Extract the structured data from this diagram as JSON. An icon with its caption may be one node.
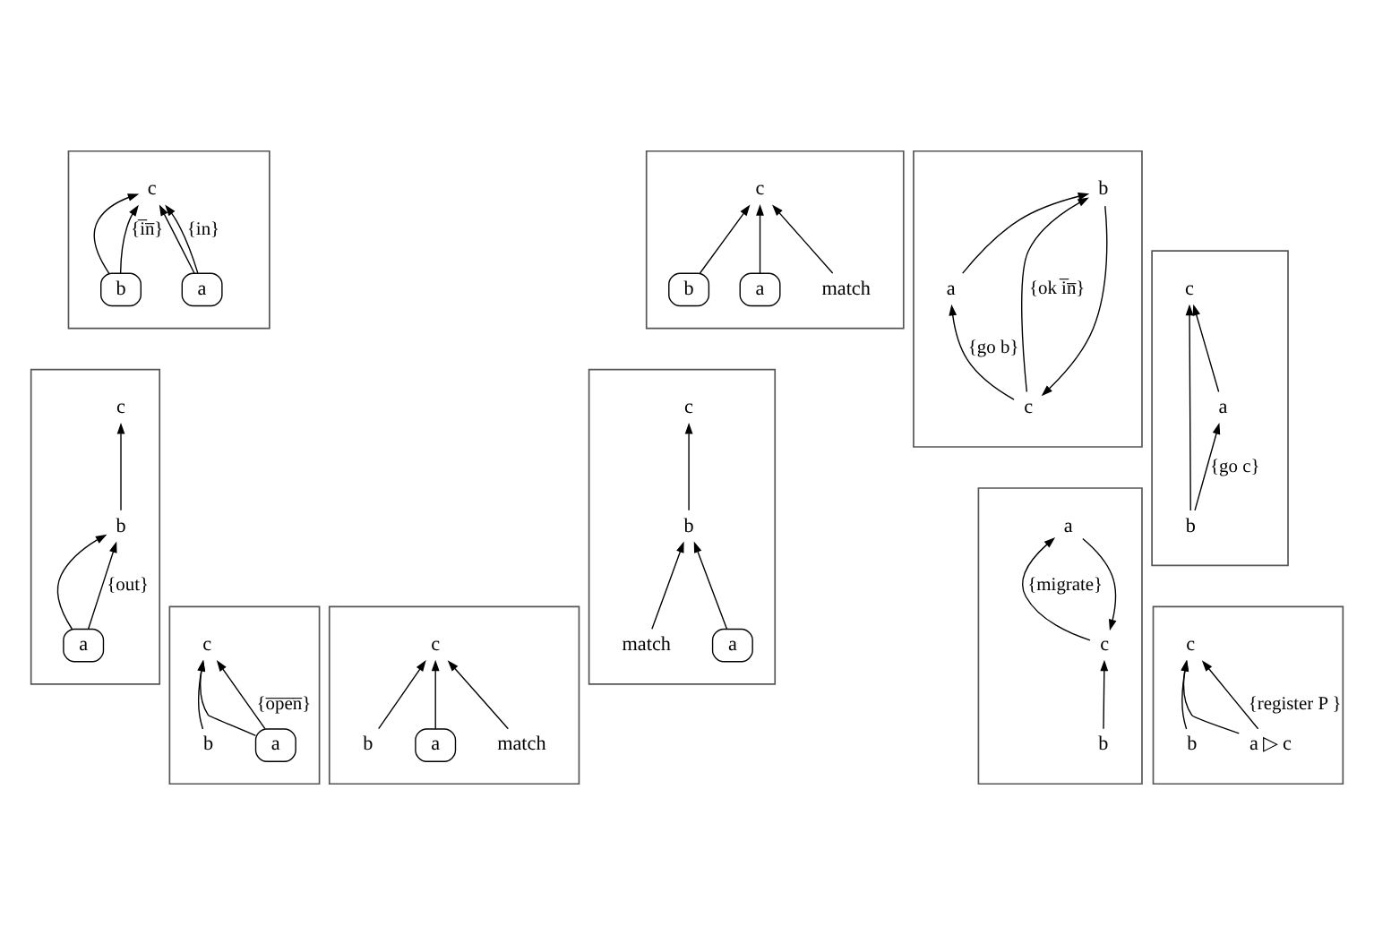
{
  "diagram": {
    "nodes": [
      {
        "text": [],
        "shape": "box"
      },
      {
        "text": [
          "c"
        ],
        "in": 0
      },
      {
        "text": [
          "a"
        ],
        "in": 0
      },
      {
        "text": [
          "b"
        ],
        "in": 0
      },
      {
        "text": [],
        "shape": "box"
      },
      {
        "text": [
          "match"
        ],
        "in": 4
      },
      {
        "text": [
          "c"
        ],
        "in": 4
      },
      {
        "text": [
          "a"
        ],
        "in": 4
      },
      {
        "text": [
          "b"
        ],
        "in": 4
      },
      {
        "text": [],
        "shape": "box"
      },
      {
        "text": [
          "c"
        ],
        "in": 9
      },
      {
        "text": [
          "a"
        ],
        "in": 9
      },
      {
        "text": [
          "b"
        ],
        "in": 9
      },
      {
        "text": [],
        "shape": "box"
      },
      {
        "text": [
          "c"
        ],
        "in": 13
      },
      {
        "text": [
          "a"
        ],
        "in": 13
      },
      {
        "text": [
          "b"
        ],
        "in": 13
      },
      {
        "text": [],
        "shape": "box"
      },
      {
        "text": [
          "c"
        ],
        "in": 17
      },
      {
        "text": [
          "a"
        ],
        "in": 17
      },
      {
        "text": [
          "b"
        ],
        "in": 17
      },
      {
        "text": [
          "match"
        ],
        "in": 17
      },
      {
        "text": [],
        "shape": "box"
      },
      {
        "text": [
          "c"
        ],
        "in": 22
      },
      {
        "text": [
          "a"
        ],
        "in": 22
      },
      {
        "text": [
          "b"
        ],
        "in": 22
      },
      {
        "text": [],
        "shape": "box"
      },
      {
        "text": [
          "c"
        ],
        "in": 26
      },
      {
        "text": [
          "a"
        ],
        "in": 26
      },
      {
        "text": [
          "b"
        ],
        "in": 26
      },
      {
        "text": [],
        "shape": "box"
      },
      {
        "text": [
          "match"
        ],
        "in": 30
      },
      {
        "text": [
          "c"
        ],
        "in": 30
      },
      {
        "text": [
          "a"
        ],
        "in": 30
      },
      {
        "text": [
          "b"
        ],
        "in": 30
      },
      {
        "text": [],
        "shape": "box"
      },
      {
        "text": [
          "c"
        ],
        "in": 35
      },
      {
        "text": [
          "a"
        ],
        "in": 35
      },
      {
        "text": [
          "b"
        ],
        "in": 35
      },
      {
        "text": [],
        "shape": "box"
      },
      {
        "text": [
          "c"
        ],
        "in": 39
      },
      {
        "text": [
          "a ▷ c"
        ],
        "in": 39
      },
      {
        "text": [
          "b"
        ],
        "in": 39
      }
    ],
    "edges": [
      {
        "from": 2,
        "to": 1,
        "arrow": "to"
      },
      {
        "from": 3,
        "to": 1,
        "arrow": "to"
      },
      {
        "from": 2,
        "to": 1,
        "arrow": "to",
        "label": "{in}"
      },
      {
        "from": 3,
        "to": 1,
        "arrow": "to",
        "label": "{i̅n̅}"
      },
      {
        "from": 5,
        "to": 6,
        "arrow": "to"
      },
      {
        "from": 7,
        "to": 6,
        "arrow": "to"
      },
      {
        "from": 8,
        "to": 6,
        "arrow": "to"
      },
      {
        "from": 11,
        "to": 12,
        "arrow": "to"
      },
      {
        "from": 12,
        "to": 10,
        "arrow": "to"
      },
      {
        "from": 10,
        "to": 11,
        "arrow": "to",
        "label": "{go b}"
      },
      {
        "from": 10,
        "to": 12,
        "arrow": "to",
        "label": "{ok i̅n̅}"
      },
      {
        "from": 15,
        "to": 16,
        "arrow": "to"
      },
      {
        "from": 16,
        "to": 14,
        "arrow": "to"
      },
      {
        "from": 15,
        "to": 16,
        "arrow": "to",
        "label": "{out}"
      },
      {
        "from": 19,
        "to": 20,
        "arrow": "to"
      },
      {
        "from": 20,
        "to": 18,
        "arrow": "to"
      },
      {
        "from": 21,
        "to": 20,
        "arrow": "to"
      },
      {
        "from": 24,
        "to": 23,
        "arrow": "to"
      },
      {
        "from": 25,
        "to": 23,
        "arrow": "to"
      },
      {
        "from": 25,
        "to": 24,
        "arrow": "to",
        "label": "{go c}"
      },
      {
        "from": 28,
        "to": 27,
        "arrow": "to"
      },
      {
        "from": 29,
        "to": 27,
        "arrow": "to"
      },
      {
        "from": 28,
        "to": 27,
        "arrow": "to",
        "label": "{o̅p̅e̅n̅}"
      },
      {
        "from": 31,
        "to": 32,
        "arrow": "to"
      },
      {
        "from": 33,
        "to": 32,
        "arrow": "to"
      },
      {
        "from": 34,
        "to": 32,
        "arrow": "to"
      },
      {
        "from": 37,
        "to": 36,
        "arrow": "to"
      },
      {
        "from": 38,
        "to": 36,
        "arrow": "to"
      },
      {
        "from": 36,
        "to": 37,
        "arrow": "to",
        "label": "{migrate}"
      },
      {
        "from": 41,
        "to": 40,
        "arrow": "to"
      },
      {
        "from": 42,
        "to": 40,
        "arrow": "to"
      },
      {
        "from": 41,
        "to": 40,
        "arrow": "to",
        "label": "{register P }"
      }
    ]
  }
}
